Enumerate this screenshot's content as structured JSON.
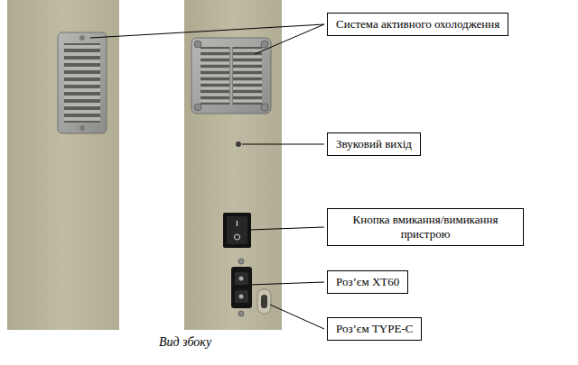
{
  "diagram": {
    "caption": "Вид збоку",
    "nodes": [
      {
        "text": [
          "Система активного охолодження"
        ]
      },
      {
        "text": [
          "Звуковий вихід"
        ]
      },
      {
        "text": [
          "Кнопка вмикання/вимикання пристрою"
        ]
      },
      {
        "text": [
          "Роз’єм XT60"
        ]
      },
      {
        "text": [
          "Роз’єм TYPE-C"
        ]
      }
    ]
  }
}
